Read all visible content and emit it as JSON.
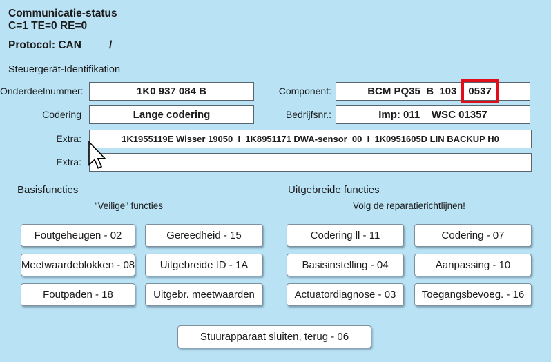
{
  "colors": {
    "background": "#b9e2f4",
    "highlight_box": "#e20d18",
    "field_bg": "#ffffff"
  },
  "header": {
    "title": "Communicatie-status",
    "status_line": "C=1 TE=0 RE=0",
    "protocol_label": "Protocol: CAN",
    "protocol_value": "/"
  },
  "identification": {
    "section_title": "Steuergerät-Identifikation",
    "onderdeelnummer": {
      "label": "Onderdeelnummer:",
      "value": "1K0 937 084 B"
    },
    "component": {
      "label": "Component:",
      "value_main": "BCM PQ35  B  103",
      "value_highlight": "0537"
    },
    "codering": {
      "label": "Codering",
      "value": "Lange codering"
    },
    "bedrijfsnr": {
      "label": "Bedrijfsnr.:",
      "value": "Imp: 011    WSC 01357"
    },
    "extra1": {
      "label": "Extra:",
      "value": "1K1955119E Wisser 19050  I  1K8951171 DWA-sensor  00  I  1K0951605D LIN BACKUP H0"
    },
    "extra2": {
      "label": "Extra:",
      "value": ""
    }
  },
  "basis": {
    "title": "Basisfuncties",
    "subtitle": "“Veilige” functies",
    "buttons": [
      {
        "label": "Foutgeheugen - 02"
      },
      {
        "label": "Gereedheid - 15"
      },
      {
        "label": "Meetwaardeblokken - 08"
      },
      {
        "label": "Uitgebreide ID - 1A"
      },
      {
        "label": "Foutpaden - 18"
      },
      {
        "label": "Uitgebr. meetwaarden"
      }
    ]
  },
  "uitgebreid": {
    "title": "Uitgebreide functies",
    "subtitle": "Volg de reparatierichtlijnen!",
    "buttons": [
      {
        "label": "Codering ll - 11"
      },
      {
        "label": "Codering - 07"
      },
      {
        "label": "Basisinstelling - 04"
      },
      {
        "label": "Aanpassing - 10"
      },
      {
        "label": "Actuatordiagnose - 03"
      },
      {
        "label": "Toegangsbevoeg. - 16"
      }
    ]
  },
  "footer": {
    "close_button_label": "Stuurapparaat sluiten, terug - 06"
  }
}
